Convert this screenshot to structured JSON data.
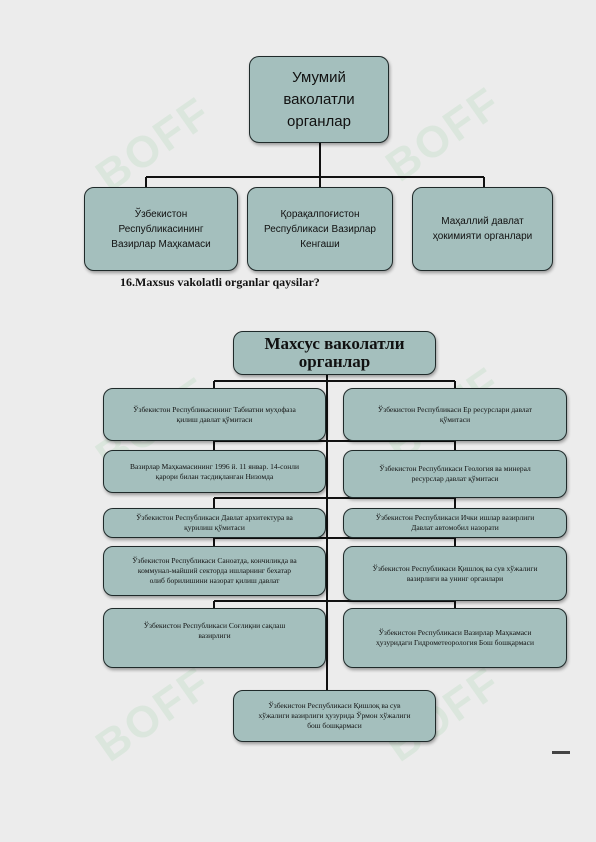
{
  "watermark": "BOFF",
  "chart1": {
    "top": "Умумий\nваколатли\nорганлар",
    "children": [
      "Ўзбекистон\nРеспубликасининг\nВазирлар Маҳкамаси",
      "Қорақалпоғистон\nРеспубликаси Вазирлар\nКенгаши",
      "Маҳаллий давлат\nҳокимияти органлари"
    ]
  },
  "question": "16.Maxsus vakolatli organlar qaysilar?",
  "chart2": {
    "top": "Махсус ваколатли\nорганлар",
    "left": [
      "Ўзбекистон Республикасининг Табиатни муҳофаза\nқилиш давлат қўмитаси",
      "Вазирлар Маҳкамасининг 1996 й. 11 январ. 14-сонли\nқарори билан тасдиқланган Низомда",
      "Ўзбекистон Республикаси Давлат архитектура ва\nқурилиш қўмитаси",
      "Ўзбекистон Республикаси Саноатда, кончиликда ва\nкоммунал-майший секторда ишларнинг бехатар\nолиб борилишини назорат қилиш давлат",
      "Ўзбекистон Республикаси Соғлиқни сақлаш\nвазирлиги"
    ],
    "right": [
      "Ўзбекистон Республикаси Ер ресурслари давлат\nқўмитаси",
      "Ўзбекистон Республикаси Геология ва минерал\nресурслар давлат қўмитаси",
      "Ўзбекистон Республикаси Ички ишлар вазирлиги\nДавлат автомобил назорати",
      "Ўзбекистон Республикаси Қишлоқ ва сув хўжалиги\nвазирлиги ва унинг органлари",
      "Ўзбекистон Республикаси Вазирлар Маҳкамаси\nҳузуридаги Гидрометеорология Бош бошқармаси"
    ],
    "bottom": "Ўзбекистон Республикаси Қишлоқ ва сув\nхўжалиги вазирлиги ҳузурида Ўрмон хўжалиги\nбош бошқармаси"
  }
}
